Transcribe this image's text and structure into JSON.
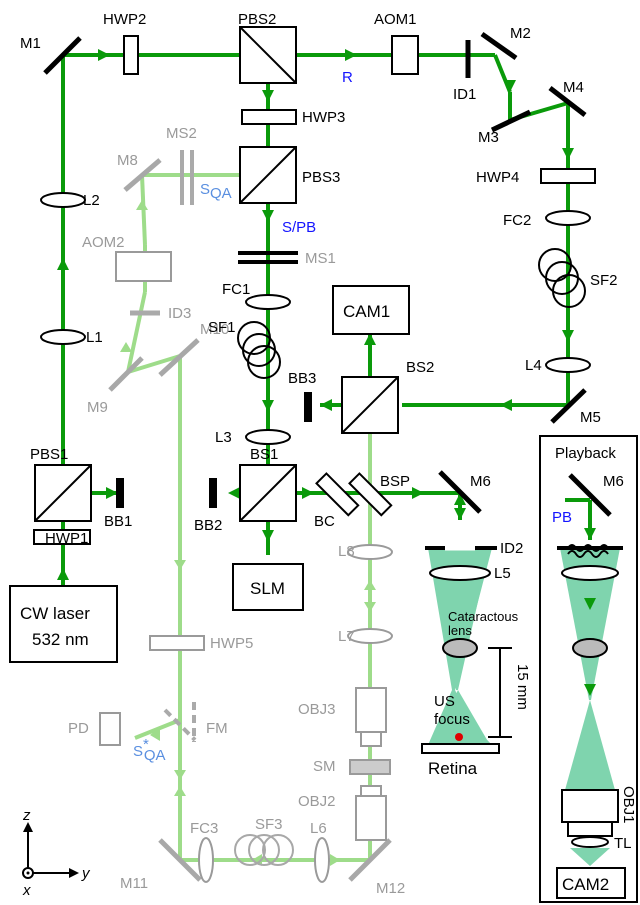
{
  "colors": {
    "beam": "#0a9a0a",
    "beam_light": "#9edc8a",
    "optic_gray": "#9a9a9a",
    "label_blue": "#1414ff",
    "label_light_blue": "#5a8fe0",
    "cone": "#7fd4ae",
    "focus_dot": "#e00000"
  },
  "labels": {
    "m1": "M1",
    "hwp2": "HWP2",
    "pbs2": "PBS2",
    "aom1": "AOM1",
    "m2": "M2",
    "id1": "ID1",
    "m4": "M4",
    "m3": "M3",
    "r": "R",
    "hwp3": "HWP3",
    "ms2": "MS2",
    "m8": "M8",
    "pbs3": "PBS3",
    "sqa": "S",
    "sqa_sub": "QA",
    "l2": "L2",
    "hwp4": "HWP4",
    "aom2": "AOM2",
    "spb": "S/PB",
    "ms1": "MS1",
    "fc2": "FC2",
    "sf2": "SF2",
    "id3": "ID3",
    "fc1": "FC1",
    "cam1": "CAM1",
    "l1": "L1",
    "m10": "M10",
    "sf1": "SF1",
    "bs2": "BS2",
    "l4": "L4",
    "bb3": "BB3",
    "m9": "M9",
    "m5": "M5",
    "l3": "L3",
    "pbs1": "PBS1",
    "bb1": "BB1",
    "bs1": "BS1",
    "bsp": "BSP",
    "m6": "M6",
    "bb2": "BB2",
    "bc": "BC",
    "hwp1": "HWP1",
    "id2": "ID2",
    "l8": "L8",
    "l5": "L5",
    "cw_laser_line1": "CW laser",
    "cw_laser_line2": "532 nm",
    "slm": "SLM",
    "cataractous_line1": "Cataractous",
    "cataractous_line2": "lens",
    "hwp5": "HWP5",
    "l7": "L7",
    "fifteen_mm": "15 mm",
    "us_line1": "US",
    "us_line2": "focus",
    "obj3": "OBJ3",
    "pd": "PD",
    "fm": "FM",
    "sqa_star": "S",
    "sqa_star_sup": "*",
    "sqa_star_sub": "QA",
    "sm": "SM",
    "retina": "Retina",
    "obj2": "OBJ2",
    "axis_z": "z",
    "axis_y": "y",
    "axis_x": "x",
    "fc3": "FC3",
    "sf3": "SF3",
    "l6": "L6",
    "m11": "M11",
    "m12": "M12",
    "playback": "Playback",
    "m6_inset": "M6",
    "pb": "PB",
    "obj1": "OBJ1",
    "tl": "TL",
    "cam2": "CAM2"
  }
}
